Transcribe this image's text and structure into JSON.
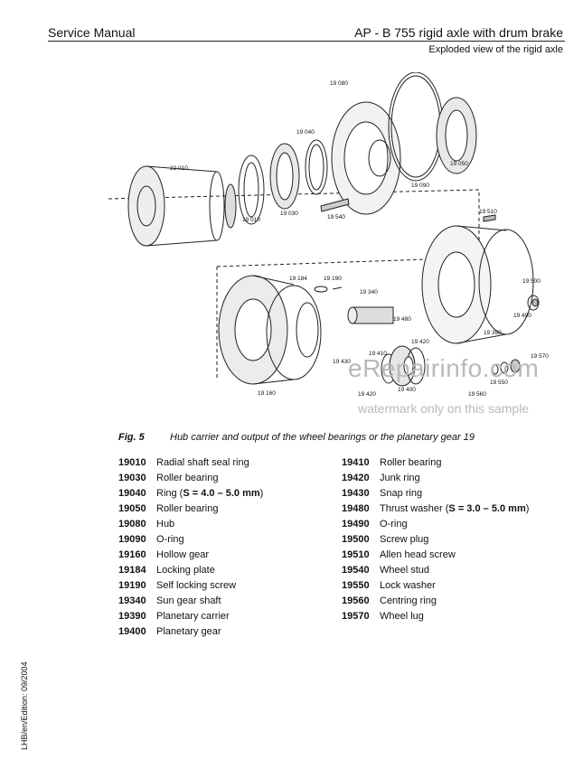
{
  "header": {
    "left": "Service Manual",
    "right": "AP - B 755 rigid axle with drum brake",
    "subtitle": "Exploded view of the rigid axle"
  },
  "figure": {
    "label": "Fig. 5",
    "caption": "Hub carrier and output of the wheel bearings or the planetary gear 19",
    "callouts": {
      "c22010": "22 010",
      "c19010": "19 010",
      "c19030": "19 030",
      "c19040": "19 040",
      "c19080": "19 080",
      "c19090": "19 090",
      "c19050": "19 050",
      "c19540": "19 540",
      "c19510": "19 510",
      "c19184": "19 184",
      "c19190": "19 190",
      "c19340": "19 340",
      "c19480": "19 480",
      "c19500": "19 500",
      "c19490": "19 490",
      "c19390": "19 390",
      "c19420a": "19 420",
      "c19410": "19 410",
      "c19430": "19 430",
      "c19420b": "19 420",
      "c19400": "19 400",
      "c19570": "19 570",
      "c19550": "19 550",
      "c19560": "19 560",
      "c19160": "19 160"
    }
  },
  "watermark": {
    "site": "eRepairinfo.com",
    "note": "watermark only on this sample"
  },
  "parts": {
    "left": [
      {
        "num": "19010",
        "desc": "Radial shaft seal ring"
      },
      {
        "num": "19030",
        "desc": "Roller bearing"
      },
      {
        "num": "19040",
        "desc_prefix": "Ring (",
        "desc_bold": "S = 4.0 – 5.0 mm",
        "desc_suffix": ")"
      },
      {
        "num": "19050",
        "desc": "Roller bearing"
      },
      {
        "num": "19080",
        "desc": "Hub"
      },
      {
        "num": "19090",
        "desc": "O-ring"
      },
      {
        "num": "19160",
        "desc": "Hollow gear"
      },
      {
        "num": "19184",
        "desc": "Locking plate"
      },
      {
        "num": "19190",
        "desc": "Self locking screw"
      },
      {
        "num": "19340",
        "desc": "Sun gear shaft"
      },
      {
        "num": "19390",
        "desc": "Planetary carrier"
      },
      {
        "num": "19400",
        "desc": "Planetary gear"
      }
    ],
    "right": [
      {
        "num": "19410",
        "desc": "Roller bearing"
      },
      {
        "num": "19420",
        "desc": "Junk ring"
      },
      {
        "num": "19430",
        "desc": "Snap ring"
      },
      {
        "num": "19480",
        "desc_prefix": "Thrust washer (",
        "desc_bold": "S = 3.0 – 5.0 mm",
        "desc_suffix": ")"
      },
      {
        "num": "19490",
        "desc": "O-ring"
      },
      {
        "num": "19500",
        "desc": "Screw plug"
      },
      {
        "num": "19510",
        "desc": "Allen head screw"
      },
      {
        "num": "19540",
        "desc": "Wheel stud"
      },
      {
        "num": "19550",
        "desc": "Lock washer"
      },
      {
        "num": "19560",
        "desc": "Centring ring"
      },
      {
        "num": "19570",
        "desc": "Wheel lug"
      }
    ]
  },
  "edition": "LHB/en/Edition: 09/2004"
}
